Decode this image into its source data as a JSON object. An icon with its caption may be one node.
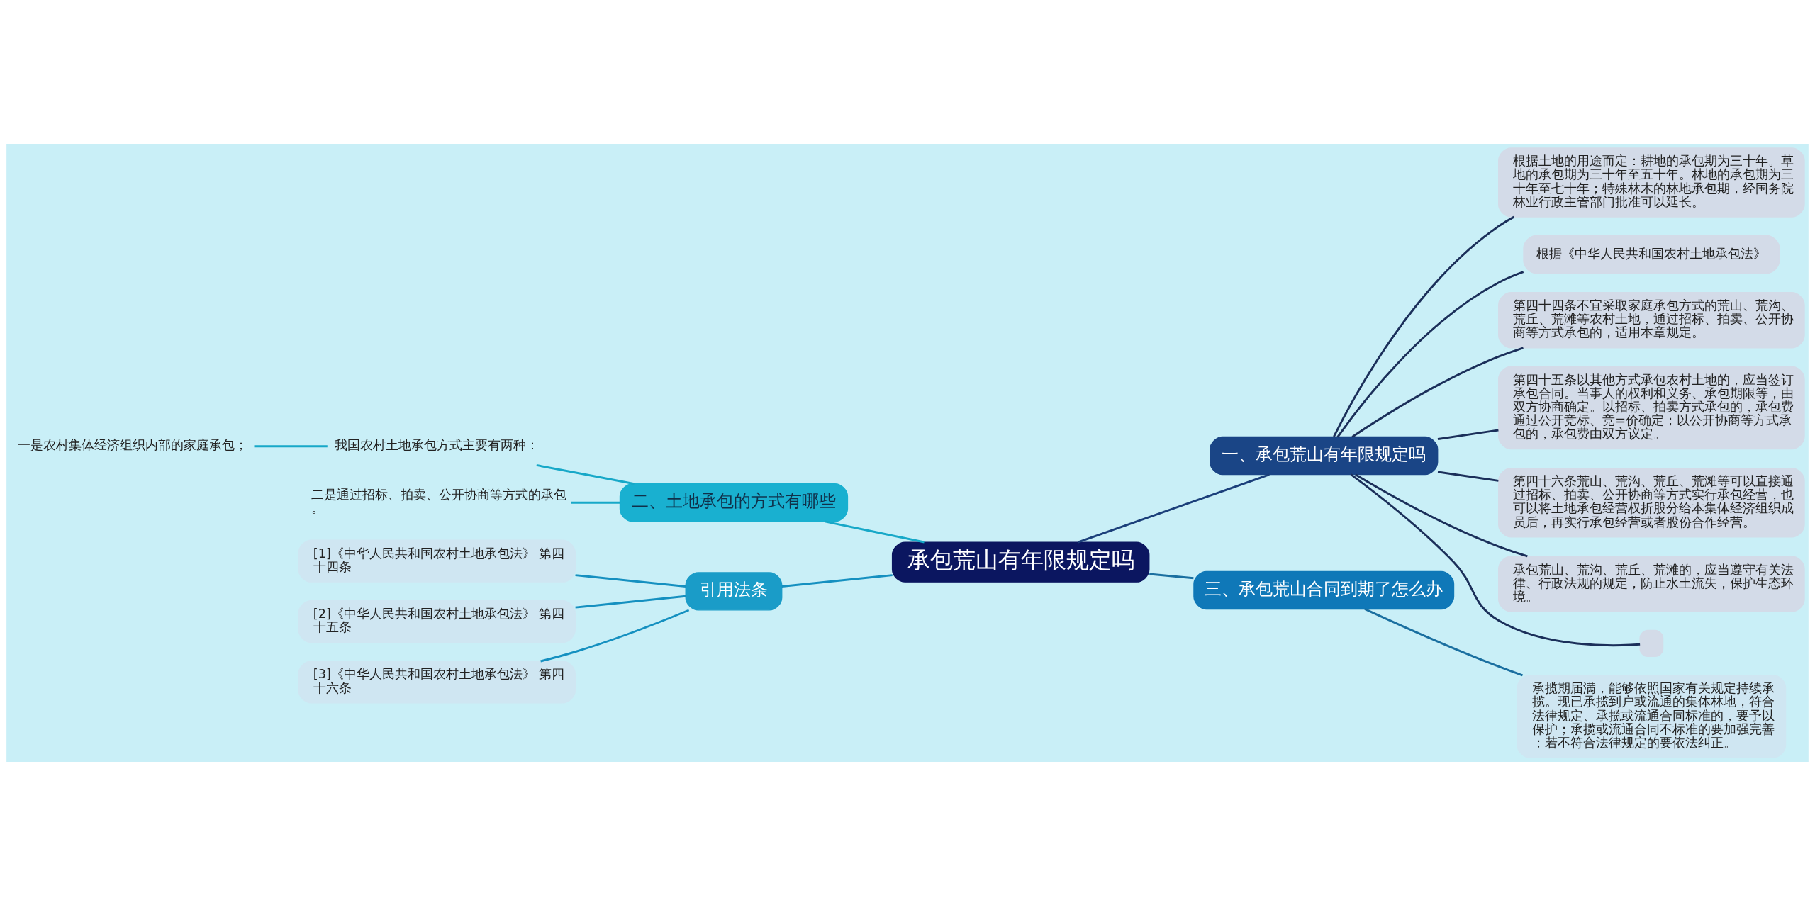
{
  "diagram": {
    "nodes": [
      {
        "text": [
          "承包荒山有年限规定吗"
        ]
      },
      {
        "text": [
          "一、承包荒山有年限规定吗"
        ]
      },
      {
        "text": [
          "根据土地的用途而定：耕地的承包期为三十年。草地的承包期为三十年至五十年。林地的承包期为三十年至七十年；特殊林木的林地承包期，经国务院林业行政主管部门批准可以延长。"
        ]
      },
      {
        "text": [
          "根据《中华人民共和国农村土地承包法》"
        ]
      },
      {
        "text": [
          "第四十四条不宜采取家庭承包方式的荒山、荒沟、荒丘、荒滩等农村土地，通过招标、拍卖、公开协商等方式承包的，适用本章规定。"
        ]
      },
      {
        "text": [
          "第四十五条以其他方式承包农村土地的，应当签订承包合同。当事人的权利和义务、承包期限等，由双方协商确定。以招标、拍卖方式承包的，承包费通过公开竞标、竞=价确定；以公开协商等方式承包的，承包费由双方议定。"
        ]
      },
      {
        "text": [
          "第四十六条荒山、荒沟、荒丘、荒滩等可以直接通过招标、拍卖、公开协商等方式实行承包经营，也可以将土地承包经营权折股分给本集体经济组织成员后，再实行承包经营或者股份合作经营。"
        ]
      },
      {
        "text": [
          "承包荒山、荒沟、荒丘、荒滩的，应当遵守有关法律、行政法规的规定，防止水土流失，保护生态环境。"
        ]
      },
      {
        "text": [],
        "shape": "box"
      },
      {
        "text": [
          "二、土地承包的方式有哪些"
        ]
      },
      {
        "text": [
          "我国农村土地承包方式主要有两种："
        ]
      },
      {
        "text": [
          "一是农村集体经济组织内部的家庭承包；"
        ]
      },
      {
        "text": [
          "二是通过招标、拍卖、公开协商等方式的承包。"
        ]
      },
      {
        "text": [
          "引用法条"
        ]
      },
      {
        "text": [
          "[1]《中华人民共和国农村土地承包法》 第四十四条"
        ]
      },
      {
        "text": [
          "[2]《中华人民共和国农村土地承包法》 第四十五条"
        ]
      },
      {
        "text": [
          "[3]《中华人民共和国农村土地承包法》 第四十六条"
        ]
      },
      {
        "text": [
          "三、承包荒山合同到期了怎么办"
        ]
      },
      {
        "text": [
          "承揽期届满，能够依照国家有关规定持续承揽。现已承揽到户或流通的集体林地，符合法律规定、承揽或流通合同标准的，要予以保护；承揽或流通合同不标准的要加强完善；若不符合法律规定的要依法纠正。"
        ]
      }
    ],
    "edges": [
      {
        "from": 0,
        "to": 1,
        "arrow": "none",
        "color": "#1b3f7a"
      },
      {
        "from": 1,
        "to": 2,
        "arrow": "none",
        "color": "#1b2f5a"
      },
      {
        "from": 1,
        "to": 3,
        "arrow": "none",
        "color": "#1b2f5a"
      },
      {
        "from": 1,
        "to": 4,
        "arrow": "none",
        "color": "#1b2f5a"
      },
      {
        "from": 1,
        "to": 5,
        "arrow": "none",
        "color": "#1b2f5a"
      },
      {
        "from": 1,
        "to": 6,
        "arrow": "none",
        "color": "#1b2f5a"
      },
      {
        "from": 1,
        "to": 7,
        "arrow": "none",
        "color": "#1b2f5a"
      },
      {
        "from": 1,
        "to": 8,
        "arrow": "none",
        "color": "#1b2f5a"
      },
      {
        "from": 0,
        "to": 9,
        "arrow": "none",
        "color": "#17a8c8"
      },
      {
        "from": 9,
        "to": 10,
        "arrow": "none",
        "color": "#17a8c8"
      },
      {
        "from": 10,
        "to": 11,
        "arrow": "none",
        "color": "#17a8c8"
      },
      {
        "from": 9,
        "to": 12,
        "arrow": "none",
        "color": "#17a8c8"
      },
      {
        "from": 0,
        "to": 13,
        "arrow": "none",
        "color": "#1590c0"
      },
      {
        "from": 13,
        "to": 14,
        "arrow": "none",
        "color": "#1590c0"
      },
      {
        "from": 13,
        "to": 15,
        "arrow": "none",
        "color": "#1590c0"
      },
      {
        "from": 13,
        "to": 16,
        "arrow": "none",
        "color": "#1590c0"
      },
      {
        "from": 0,
        "to": 17,
        "arrow": "none",
        "color": "#1a6fa0"
      },
      {
        "from": 17,
        "to": 18,
        "arrow": "none",
        "color": "#1a6fa0"
      }
    ]
  }
}
